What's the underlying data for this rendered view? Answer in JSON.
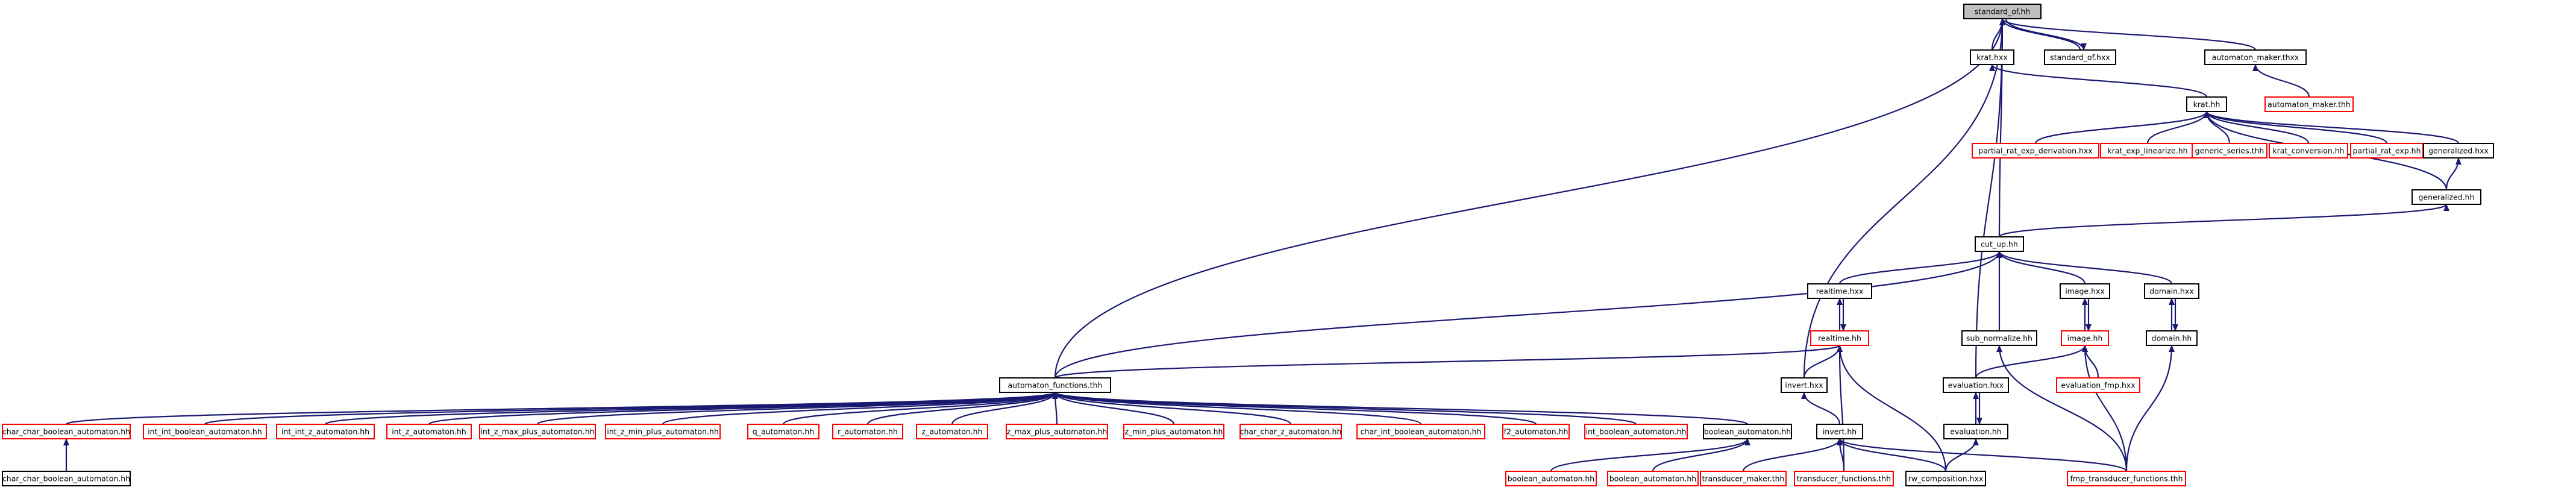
{
  "colors": {
    "edge": "#191970",
    "border_documented": "#000000",
    "border_undocumented": "#ff0000",
    "root_fill": "#bfbfbf",
    "node_fill": "#ffffff"
  },
  "nodes": [
    {
      "id": "standard_of_hh",
      "label": "standard_of.hh",
      "kind": "root"
    },
    {
      "id": "standard_of_hxx",
      "label": "standard_of.hxx",
      "kind": "documented"
    },
    {
      "id": "krat_hxx",
      "label": "krat.hxx",
      "kind": "documented"
    },
    {
      "id": "automaton_maker_thxx",
      "label": "automaton_maker.thxx",
      "kind": "documented"
    },
    {
      "id": "automaton_maker_thh",
      "label": "automaton_maker.thh",
      "kind": "undocumented"
    },
    {
      "id": "krat_hh",
      "label": "krat.hh",
      "kind": "documented"
    },
    {
      "id": "partial_rat_exp_derivation_hxx",
      "label": "partial_rat_exp_derivation.hxx",
      "kind": "undocumented"
    },
    {
      "id": "krat_exp_linearize_hh",
      "label": "krat_exp_linearize.hh",
      "kind": "undocumented"
    },
    {
      "id": "generic_series_thh",
      "label": "generic_series.thh",
      "kind": "undocumented"
    },
    {
      "id": "krat_conversion_hh",
      "label": "krat_conversion.hh",
      "kind": "undocumented"
    },
    {
      "id": "partial_rat_exp_hh",
      "label": "partial_rat_exp.hh",
      "kind": "undocumented"
    },
    {
      "id": "generalized_hxx",
      "label": "generalized.hxx",
      "kind": "documented"
    },
    {
      "id": "generalized_hh",
      "label": "generalized.hh",
      "kind": "documented"
    },
    {
      "id": "cut_up_hh",
      "label": "cut_up.hh",
      "kind": "documented"
    },
    {
      "id": "realtime_hxx",
      "label": "realtime.hxx",
      "kind": "documented"
    },
    {
      "id": "image_hxx",
      "label": "image.hxx",
      "kind": "documented"
    },
    {
      "id": "domain_hxx",
      "label": "domain.hxx",
      "kind": "documented"
    },
    {
      "id": "realtime_hh",
      "label": "realtime.hh",
      "kind": "undocumented"
    },
    {
      "id": "sub_normalize_hh",
      "label": "sub_normalize.hh",
      "kind": "documented"
    },
    {
      "id": "image_hh",
      "label": "image.hh",
      "kind": "undocumented"
    },
    {
      "id": "domain_hh",
      "label": "domain.hh",
      "kind": "documented"
    },
    {
      "id": "automaton_functions_thh",
      "label": "automaton_functions.thh",
      "kind": "documented"
    },
    {
      "id": "invert_hxx",
      "label": "invert.hxx",
      "kind": "documented"
    },
    {
      "id": "evaluation_hxx",
      "label": "evaluation.hxx",
      "kind": "documented"
    },
    {
      "id": "evaluation_fmp_hxx",
      "label": "evaluation_fmp.hxx",
      "kind": "undocumented"
    },
    {
      "id": "evaluation_hh",
      "label": "evaluation.hh",
      "kind": "documented"
    },
    {
      "id": "char_char_boolean_automaton_hh_1",
      "label": "char_char_boolean_automaton.hh",
      "kind": "undocumented"
    },
    {
      "id": "int_int_boolean_automaton_hh",
      "label": "int_int_boolean_automaton.hh",
      "kind": "undocumented"
    },
    {
      "id": "int_int_z_automaton_hh",
      "label": "int_int_z_automaton.hh",
      "kind": "undocumented"
    },
    {
      "id": "int_z_automaton_hh",
      "label": "int_z_automaton.hh",
      "kind": "undocumented"
    },
    {
      "id": "int_z_max_plus_automaton_hh",
      "label": "int_z_max_plus_automaton.hh",
      "kind": "undocumented"
    },
    {
      "id": "int_z_min_plus_automaton_hh",
      "label": "int_z_min_plus_automaton.hh",
      "kind": "undocumented"
    },
    {
      "id": "q_automaton_hh",
      "label": "q_automaton.hh",
      "kind": "undocumented"
    },
    {
      "id": "r_automaton_hh",
      "label": "r_automaton.hh",
      "kind": "undocumented"
    },
    {
      "id": "z_automaton_hh",
      "label": "z_automaton.hh",
      "kind": "undocumented"
    },
    {
      "id": "z_max_plus_automaton_hh",
      "label": "z_max_plus_automaton.hh",
      "kind": "undocumented"
    },
    {
      "id": "z_min_plus_automaton_hh",
      "label": "z_min_plus_automaton.hh",
      "kind": "undocumented"
    },
    {
      "id": "char_char_z_automaton_hh",
      "label": "char_char_z_automaton.hh",
      "kind": "undocumented"
    },
    {
      "id": "char_int_boolean_automaton_hh",
      "label": "char_int_boolean_automaton.hh",
      "kind": "undocumented"
    },
    {
      "id": "f2_automaton_hh",
      "label": "f2_automaton.hh",
      "kind": "undocumented"
    },
    {
      "id": "int_boolean_automaton_hh",
      "label": "int_boolean_automaton.hh",
      "kind": "undocumented"
    },
    {
      "id": "boolean_automaton_hh_parent",
      "label": "boolean_automaton.hh",
      "kind": "documented"
    },
    {
      "id": "invert_hh",
      "label": "invert.hh",
      "kind": "documented"
    },
    {
      "id": "char_char_boolean_automaton_hh_2",
      "label": "char_char_boolean_automaton.hh",
      "kind": "documented"
    },
    {
      "id": "boolean_automaton_hh_a",
      "label": "boolean_automaton.hh",
      "kind": "undocumented"
    },
    {
      "id": "boolean_automaton_hh_b",
      "label": "boolean_automaton.hh",
      "kind": "undocumented"
    },
    {
      "id": "transducer_maker_thh",
      "label": "transducer_maker.thh",
      "kind": "undocumented"
    },
    {
      "id": "transducer_functions_thh",
      "label": "transducer_functions.thh",
      "kind": "undocumented"
    },
    {
      "id": "rw_composition_hxx",
      "label": "rw_composition.hxx",
      "kind": "documented"
    },
    {
      "id": "fmp_transducer_functions_thh",
      "label": "fmp_transducer_functions.thh",
      "kind": "undocumented"
    }
  ],
  "edges": [
    [
      "standard_of_hxx",
      "standard_of_hh"
    ],
    [
      "standard_of_hh",
      "standard_of_hxx"
    ],
    [
      "krat_hxx",
      "standard_of_hh"
    ],
    [
      "automaton_maker_thxx",
      "standard_of_hh"
    ],
    [
      "automaton_maker_thh",
      "automaton_maker_thxx"
    ],
    [
      "krat_hh",
      "krat_hxx"
    ],
    [
      "partial_rat_exp_derivation_hxx",
      "krat_hh"
    ],
    [
      "krat_exp_linearize_hh",
      "krat_hh"
    ],
    [
      "generic_series_thh",
      "krat_hh"
    ],
    [
      "krat_conversion_hh",
      "krat_hh"
    ],
    [
      "partial_rat_exp_hh",
      "krat_hh"
    ],
    [
      "generalized_hxx",
      "krat_hh"
    ],
    [
      "generalized_hh",
      "krat_hh"
    ],
    [
      "generalized_hh",
      "generalized_hxx"
    ],
    [
      "cut_up_hh",
      "standard_of_hh"
    ],
    [
      "cut_up_hh",
      "generalized_hh"
    ],
    [
      "realtime_hxx",
      "cut_up_hh"
    ],
    [
      "image_hxx",
      "cut_up_hh"
    ],
    [
      "domain_hxx",
      "cut_up_hh"
    ],
    [
      "sub_normalize_hh",
      "cut_up_hh"
    ],
    [
      "automaton_functions_thh",
      "cut_up_hh"
    ],
    [
      "automaton_functions_thh",
      "standard_of_hh"
    ],
    [
      "realtime_hh",
      "realtime_hxx"
    ],
    [
      "realtime_hxx",
      "realtime_hh"
    ],
    [
      "image_hh",
      "image_hxx"
    ],
    [
      "image_hxx",
      "image_hh"
    ],
    [
      "domain_hh",
      "domain_hxx"
    ],
    [
      "domain_hxx",
      "domain_hh"
    ],
    [
      "automaton_functions_thh",
      "realtime_hh"
    ],
    [
      "invert_hxx",
      "realtime_hh"
    ],
    [
      "invert_hxx",
      "standard_of_hh"
    ],
    [
      "evaluation_hxx",
      "standard_of_hh"
    ],
    [
      "evaluation_hxx",
      "image_hh"
    ],
    [
      "evaluation_fmp_hxx",
      "image_hh"
    ],
    [
      "evaluation_hh",
      "evaluation_hxx"
    ],
    [
      "evaluation_hxx",
      "evaluation_hh"
    ],
    [
      "invert_hh",
      "invert_hxx"
    ],
    [
      "char_char_boolean_automaton_hh_1",
      "automaton_functions_thh"
    ],
    [
      "int_int_boolean_automaton_hh",
      "automaton_functions_thh"
    ],
    [
      "int_int_z_automaton_hh",
      "automaton_functions_thh"
    ],
    [
      "int_z_automaton_hh",
      "automaton_functions_thh"
    ],
    [
      "int_z_max_plus_automaton_hh",
      "automaton_functions_thh"
    ],
    [
      "int_z_min_plus_automaton_hh",
      "automaton_functions_thh"
    ],
    [
      "q_automaton_hh",
      "automaton_functions_thh"
    ],
    [
      "r_automaton_hh",
      "automaton_functions_thh"
    ],
    [
      "z_automaton_hh",
      "automaton_functions_thh"
    ],
    [
      "z_max_plus_automaton_hh",
      "automaton_functions_thh"
    ],
    [
      "z_min_plus_automaton_hh",
      "automaton_functions_thh"
    ],
    [
      "char_char_z_automaton_hh",
      "automaton_functions_thh"
    ],
    [
      "char_int_boolean_automaton_hh",
      "automaton_functions_thh"
    ],
    [
      "f2_automaton_hh",
      "automaton_functions_thh"
    ],
    [
      "int_boolean_automaton_hh",
      "automaton_functions_thh"
    ],
    [
      "boolean_automaton_hh_parent",
      "automaton_functions_thh"
    ],
    [
      "char_char_boolean_automaton_hh_2",
      "char_char_boolean_automaton_hh_1"
    ],
    [
      "boolean_automaton_hh_a",
      "boolean_automaton_hh_parent"
    ],
    [
      "boolean_automaton_hh_b",
      "boolean_automaton_hh_parent"
    ],
    [
      "transducer_maker_thh",
      "invert_hh"
    ],
    [
      "transducer_functions_thh",
      "invert_hh"
    ],
    [
      "transducer_functions_thh",
      "realtime_hh"
    ],
    [
      "rw_composition_hxx",
      "invert_hh"
    ],
    [
      "rw_composition_hxx",
      "realtime_hh"
    ],
    [
      "rw_composition_hxx",
      "evaluation_hh"
    ],
    [
      "fmp_transducer_functions_thh",
      "invert_hh"
    ],
    [
      "fmp_transducer_functions_thh",
      "sub_normalize_hh"
    ],
    [
      "fmp_transducer_functions_thh",
      "image_hh"
    ],
    [
      "fmp_transducer_functions_thh",
      "domain_hh"
    ]
  ]
}
